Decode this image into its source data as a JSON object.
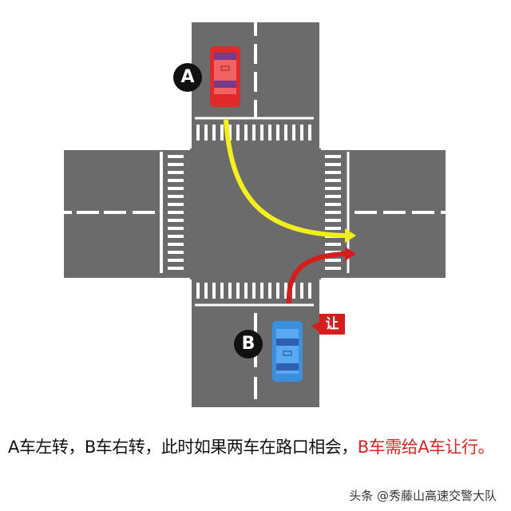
{
  "diagram": {
    "car_a": {
      "label": "A",
      "color": "#e02a2a",
      "maneuver": "left turn"
    },
    "car_b": {
      "label": "B",
      "color": "#3a8fe0",
      "maneuver": "right turn"
    },
    "yield_label": "让",
    "colors": {
      "road": "#6b6b6b",
      "path_a": "#f2ef1c",
      "path_b": "#d71c1c"
    }
  },
  "caption": {
    "main": "A车左转，B车右转，此时如果两车在路口相会，",
    "emphasis": "B车需给A车让行。"
  },
  "watermark": "头条 @秀藤山高速交警大队"
}
